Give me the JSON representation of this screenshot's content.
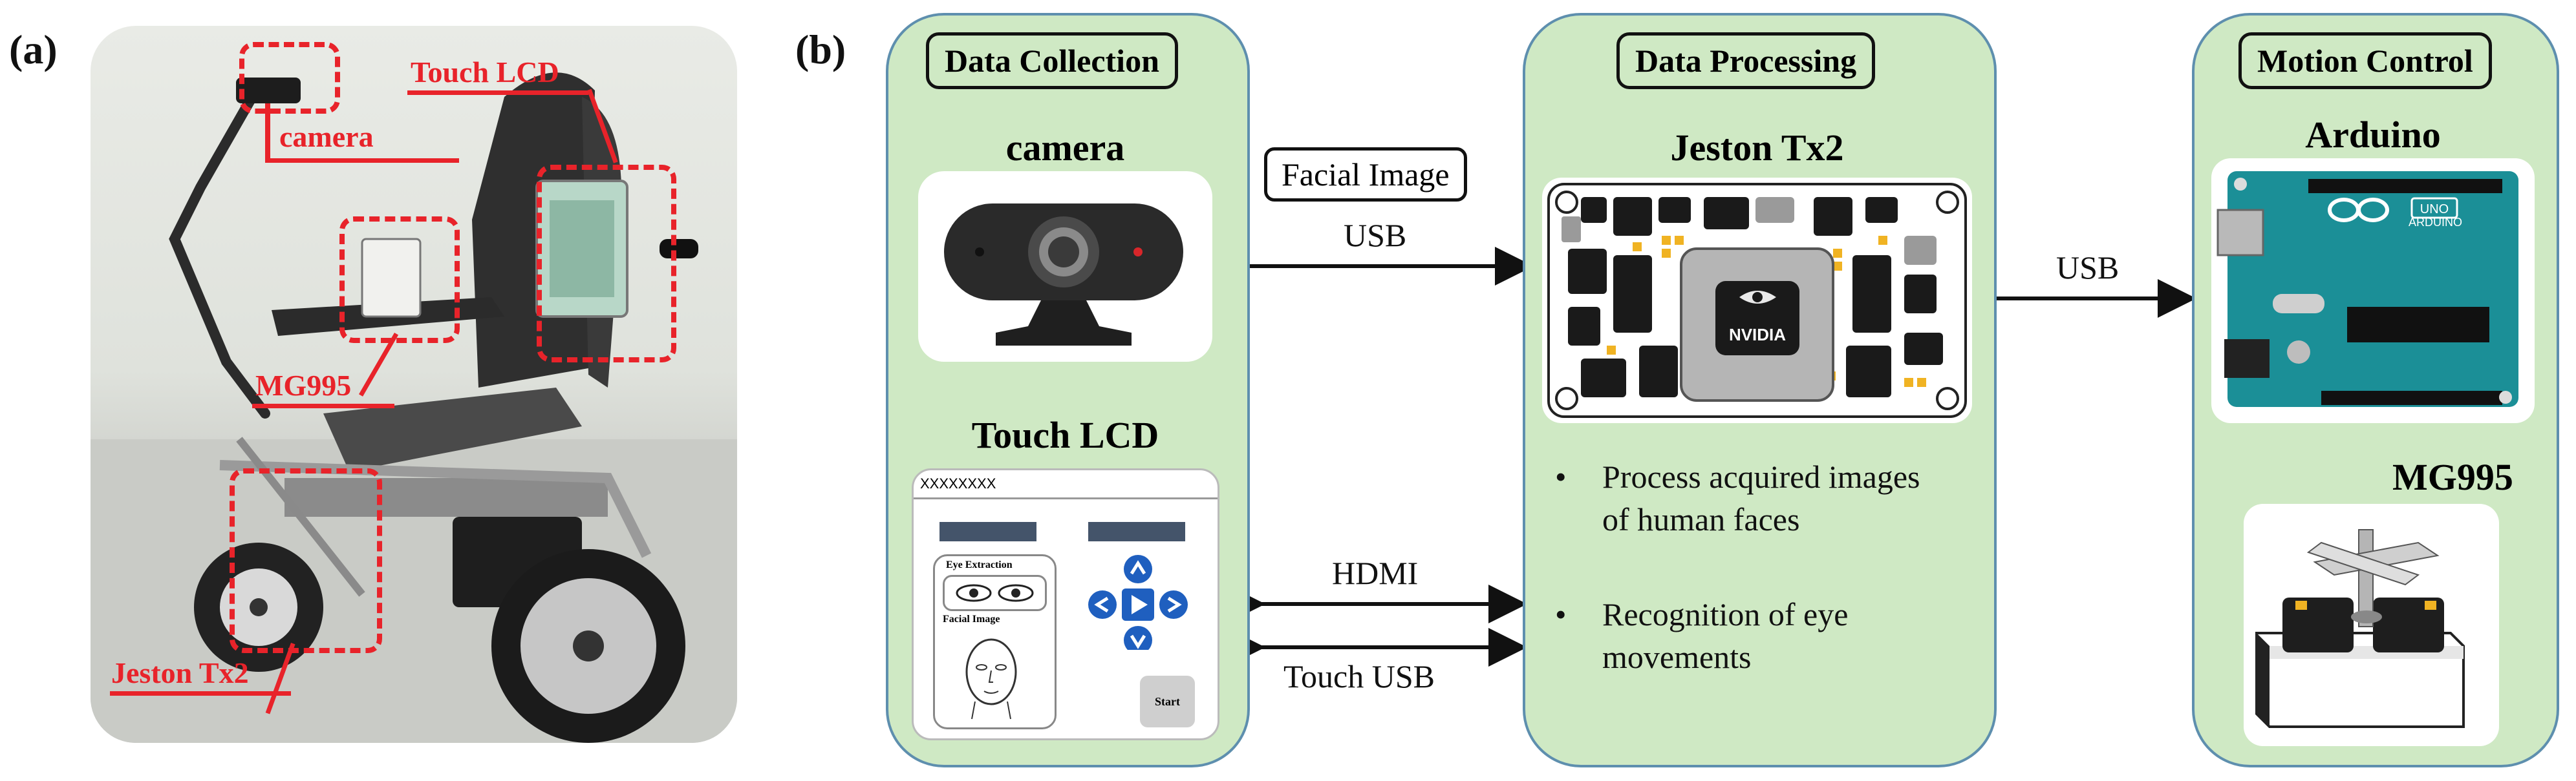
{
  "panels": {
    "a": "(a)",
    "b": "(b)"
  },
  "photo_labels": {
    "camera": "camera",
    "touch_lcd": "Touch LCD",
    "mg995": "MG995",
    "jeston": "Jeston Tx2"
  },
  "data_collection": {
    "title": "Data Collection",
    "camera_heading": "camera",
    "lcd_heading": "Touch LCD",
    "lcd_ui": {
      "window_title": "XXXXXXXX",
      "eye_extraction": "Eye Extraction",
      "facial_image": "Facial Image",
      "start": "Start"
    }
  },
  "data_processing": {
    "title": "Data Processing",
    "heading": "Jeston Tx2",
    "chip_brand": "NVIDIA",
    "bullets": [
      [
        "Process acquired images",
        "of human faces"
      ],
      [
        "Recognition of eye",
        "movements"
      ]
    ]
  },
  "motion_control": {
    "title": "Motion Control",
    "heading": "Arduino",
    "board_brand": "ARDUINO",
    "board_model": "UNO",
    "servo_heading": "MG995"
  },
  "links": {
    "facial_image": "Facial Image",
    "usb_camera": "USB",
    "hdmi": "HDMI",
    "touch_usb": "Touch USB",
    "usb_arduino": "USB"
  },
  "colors": {
    "panel_fill": "#cfe9c4",
    "panel_border": "#5e8fae",
    "annotation_red": "#e8232a",
    "arduino_teal": "#1b8f97"
  }
}
